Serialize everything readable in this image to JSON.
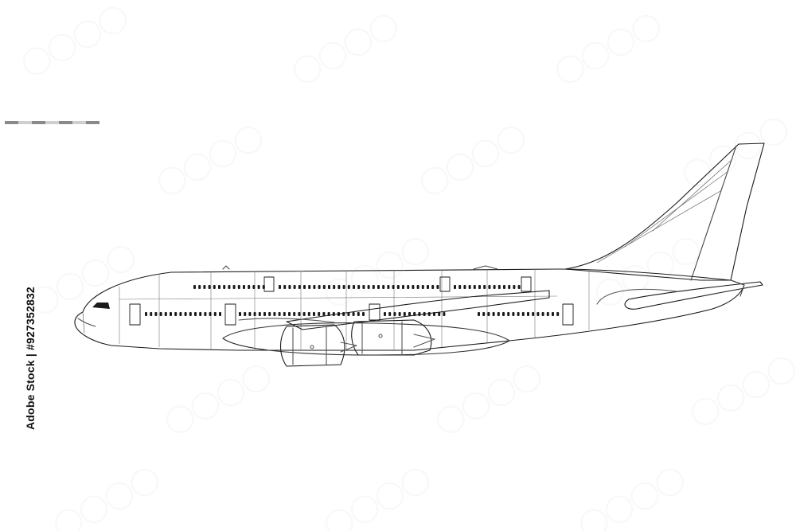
{
  "image": {
    "kind": "aircraft side-view line drawing",
    "subject": "wide-body double-deck airliner",
    "watermark_text": "Adobe Stock",
    "stock_id_text": "Adobe Stock | #927352832"
  },
  "colors": {
    "background": "#ffffff",
    "outline": "#1a1a1a",
    "panel_lines": "#555555",
    "watermark": "#dcdcdc"
  }
}
